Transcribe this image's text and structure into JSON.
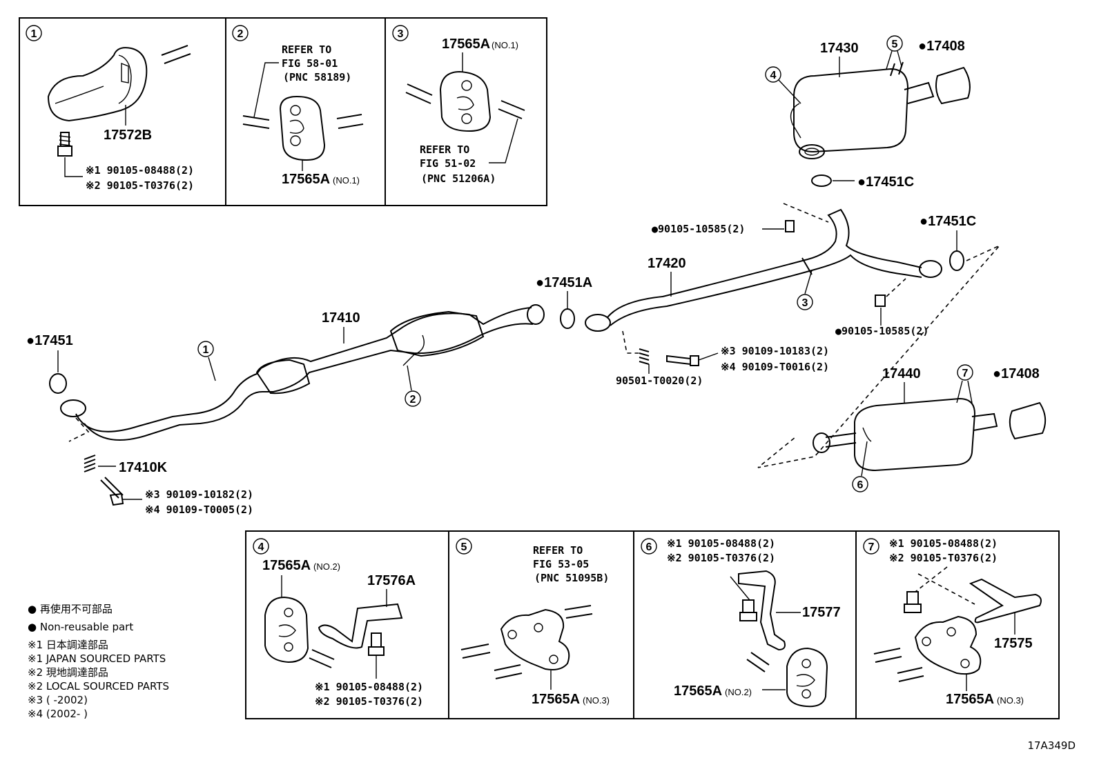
{
  "diagram_code": "17A349D",
  "inset1": {
    "num": "1",
    "part": "17572B",
    "bolt1": "※1 90105-08488(2)",
    "bolt2": "※2 90105-T0376(2)"
  },
  "inset2": {
    "num": "2",
    "refer1": "REFER TO",
    "refer2": "FIG 58-01",
    "refer3": "(PNC 58189)",
    "part": "17565A",
    "part_sub": "(NO.1)"
  },
  "inset3": {
    "num": "3",
    "part": "17565A",
    "part_sub": "(NO.1)",
    "refer1": "REFER TO",
    "refer2": "FIG 51-02",
    "refer3": "(PNC 51206A)"
  },
  "main": {
    "p17430": "17430",
    "c5": "5",
    "p17408a": "●17408",
    "c4": "4",
    "p17451c_a": "●17451C",
    "bolt_upper": "●90105-10585(2)",
    "p17451c_b": "●17451C",
    "p17420": "17420",
    "p17451a": "●17451A",
    "c3": "3",
    "bolt_right": "●90105-10585(2)",
    "p17410": "17410",
    "p17451": "●17451",
    "c1": "1",
    "c2": "2",
    "s3_mid": "※3 90109-10183(2)",
    "s4_mid": "※4 90109-T0016(2)",
    "spring_mid": "90501-T0020(2)",
    "p17440": "17440",
    "c7": "7",
    "p17408b": "●17408",
    "c6": "6",
    "p17410k": "17410K",
    "s3_left": "※3 90109-10182(2)",
    "s4_left": "※4 90109-T0005(2)"
  },
  "inset4": {
    "num": "4",
    "p17565a": "17565A",
    "p17565a_sub": "(NO.2)",
    "p17576a": "17576A",
    "bolt1": "※1 90105-08488(2)",
    "bolt2": "※2 90105-T0376(2)"
  },
  "inset5": {
    "num": "5",
    "refer1": "REFER TO",
    "refer2": "FIG 53-05",
    "refer3": "(PNC 51095B)",
    "part": "17565A",
    "part_sub": "(NO.3)"
  },
  "inset6": {
    "num": "6",
    "bolt1": "※1 90105-08488(2)",
    "bolt2": "※2 90105-T0376(2)",
    "p17577": "17577",
    "part": "17565A",
    "part_sub": "(NO.2)"
  },
  "inset7": {
    "num": "7",
    "bolt1": "※1 90105-08488(2)",
    "bolt2": "※2 90105-T0376(2)",
    "p17575": "17575",
    "part": "17565A",
    "part_sub": "(NO.3)"
  },
  "legend": {
    "l1": "● 再使用不可部品",
    "l2": "● Non-reusable part",
    "l3": "※1  日本調達部品",
    "l4": "※1  JAPAN SOURCED PARTS",
    "l5": "※2  現地調達部品",
    "l6": "※2  LOCAL SOURCED PARTS",
    "l7": "※3  (        -2002)",
    "l8": "※4  (2002-        )"
  }
}
